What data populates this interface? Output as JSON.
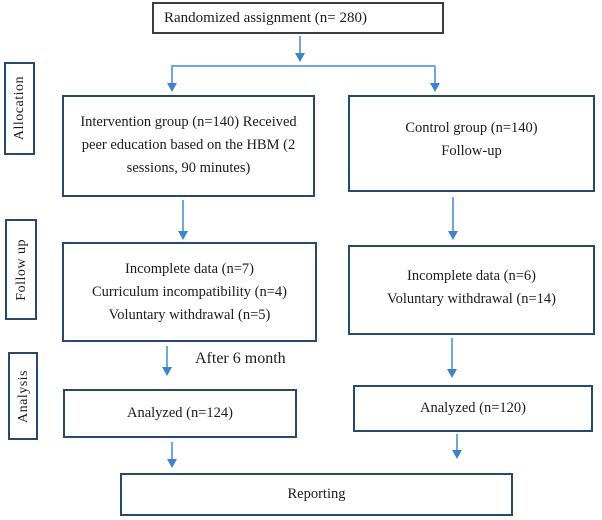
{
  "title_box": "Randomized assignment (n= 280)",
  "stages": {
    "allocation": "Allocation",
    "follow_up": "Follow up",
    "analysis": "Analysis"
  },
  "allocation": {
    "intervention": "Intervention group (n=140) Received peer education based on the HBM (2 sessions, 90 minutes)",
    "control": {
      "line1": "Control group (n=140)",
      "line2": "Follow-up"
    }
  },
  "follow_up": {
    "intervention": {
      "line1": "Incomplete data (n=7)",
      "line2": "Curriculum incompatibility (n=4)",
      "line3": "Voluntary withdrawal (n=5)"
    },
    "control": {
      "line1": "Incomplete data (n=6)",
      "line2": "Voluntary withdrawal (n=14)"
    }
  },
  "analysis": {
    "note": "After 6 month",
    "intervention": "Analyzed (n=124)",
    "control": "Analyzed (n=120)"
  },
  "reporting": "Reporting",
  "colors": {
    "box_border": "#27496d",
    "top_box_border": "#3d3d3d",
    "arrow_shaft": "#6fa8dc",
    "arrow_head": "#3d85c8"
  }
}
